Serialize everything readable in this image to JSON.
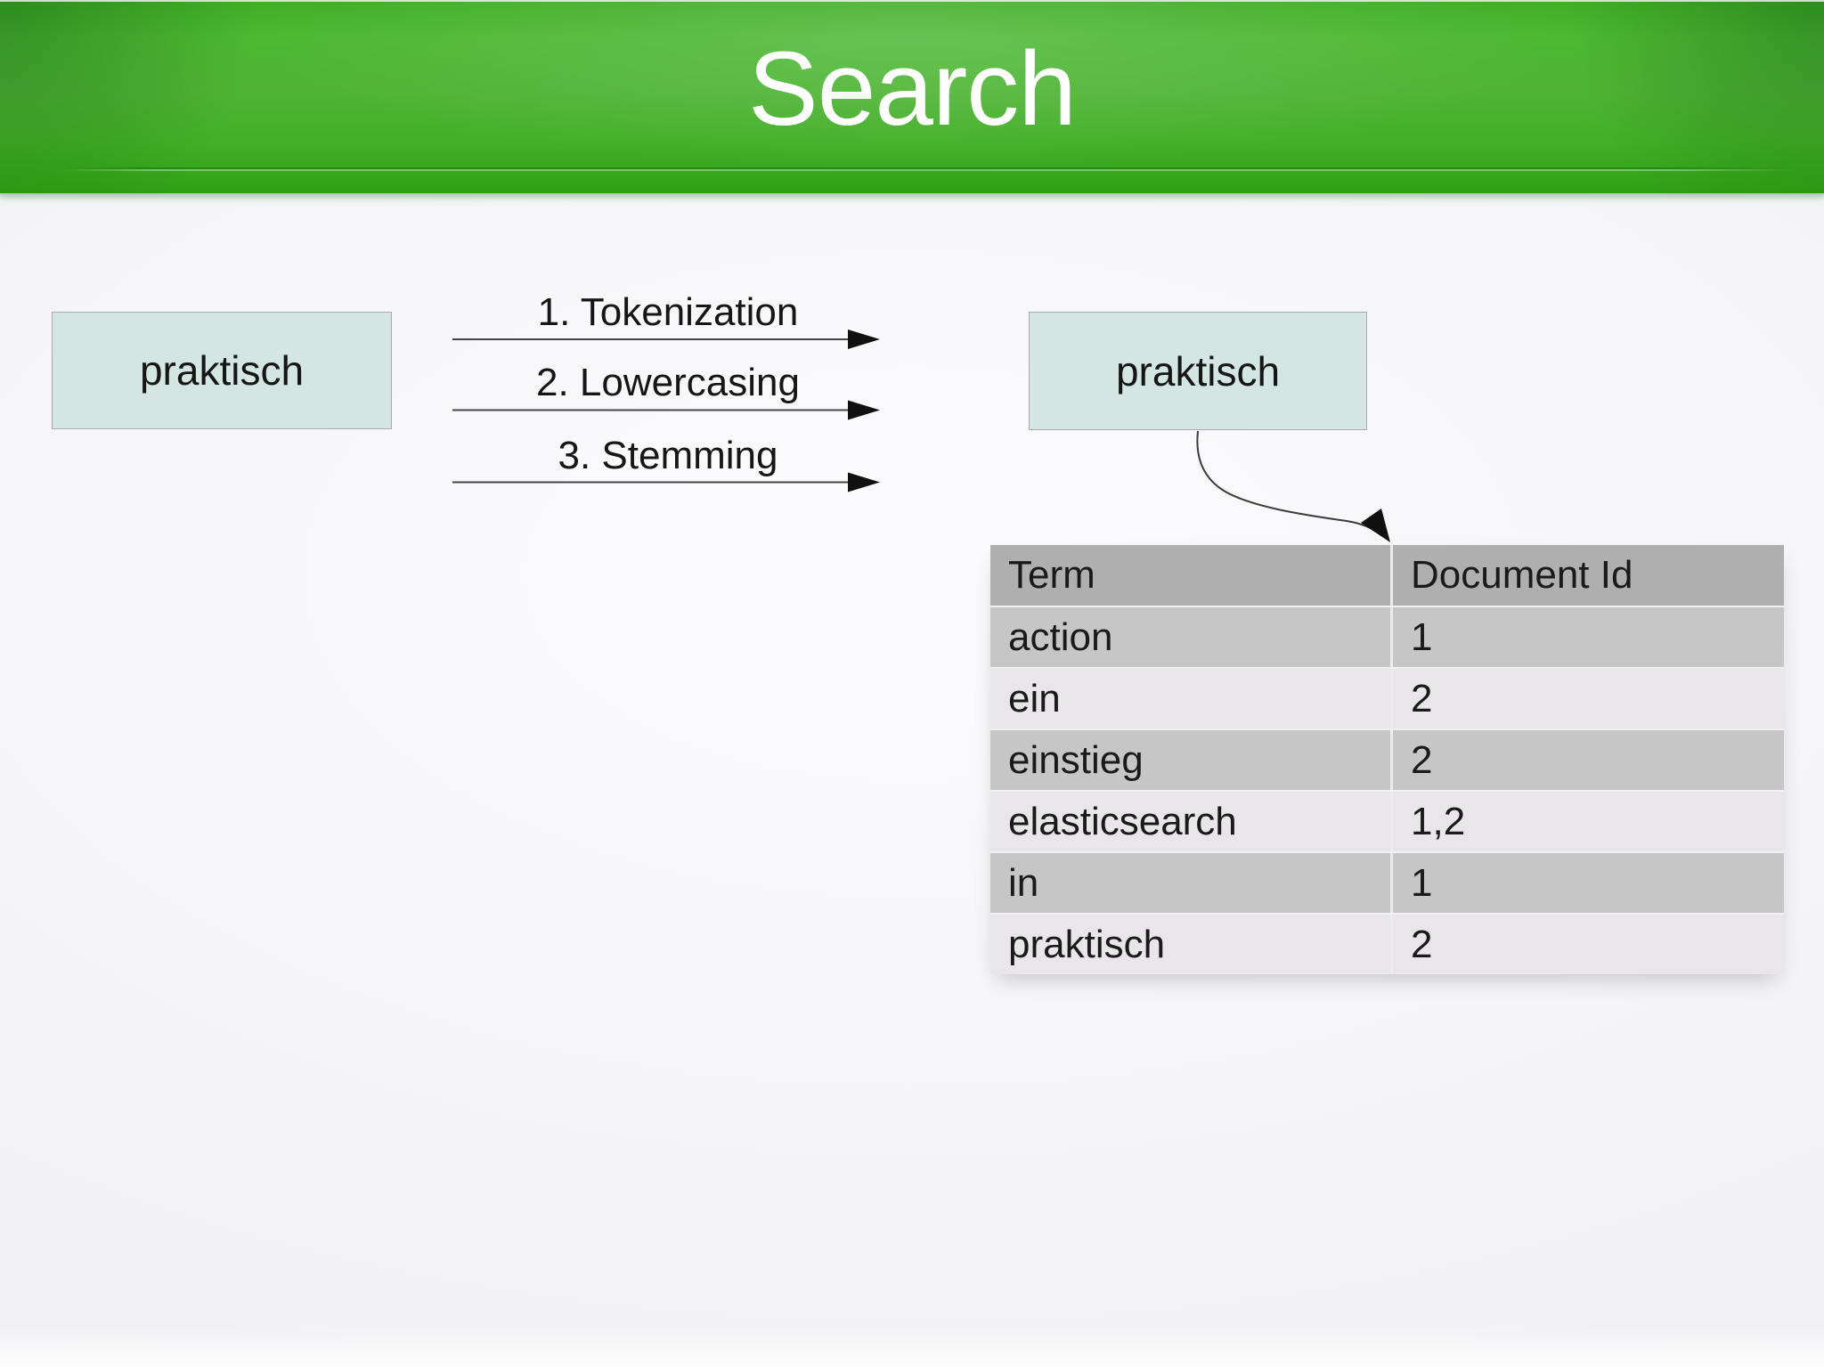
{
  "slide": {
    "title": "Search"
  },
  "diagram": {
    "input_term": "praktisch",
    "output_term": "praktisch",
    "steps": [
      "1. Tokenization",
      "2. Lowercasing",
      "3. Stemming"
    ]
  },
  "inverted_index": {
    "columns": [
      "Term",
      "Document Id"
    ],
    "rows": [
      {
        "term": "action",
        "doc_id": "1"
      },
      {
        "term": "ein",
        "doc_id": "2"
      },
      {
        "term": "einstieg",
        "doc_id": "2"
      },
      {
        "term": "elasticsearch",
        "doc_id": "1,2"
      },
      {
        "term": "in",
        "doc_id": "1"
      },
      {
        "term": "praktisch",
        "doc_id": "2"
      }
    ]
  },
  "colors": {
    "banner_green": "#45b32a",
    "banner_green_dark": "#2f9f15",
    "box_fill": "#d3e6e2",
    "box_border": "#a9aba9",
    "table_header_bg": "#b0afb0",
    "table_row_dark": "#c7c6c7",
    "table_row_light": "#e8e6e8",
    "line_color": "#454545",
    "arrowhead_color": "#111111"
  }
}
